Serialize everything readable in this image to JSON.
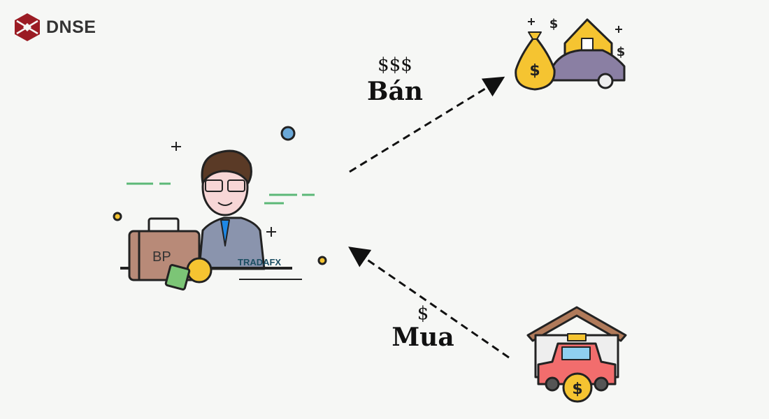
{
  "brand": {
    "name": "DNSE",
    "color": "#9b1c24"
  },
  "sell": {
    "money": "$$$",
    "label": "Bán"
  },
  "buy": {
    "money": "$",
    "label": "Mua"
  },
  "trader": {
    "briefcase_text": "BP",
    "watermark": "TRADAFX"
  },
  "colors": {
    "background": "#f6f7f5",
    "arrow": "#111111",
    "suit": "#8a94ad",
    "tie": "#1e88e5",
    "car_sell": "#8a7fa3",
    "car_buy": "#f26d6d",
    "coin": "#f5c431"
  }
}
